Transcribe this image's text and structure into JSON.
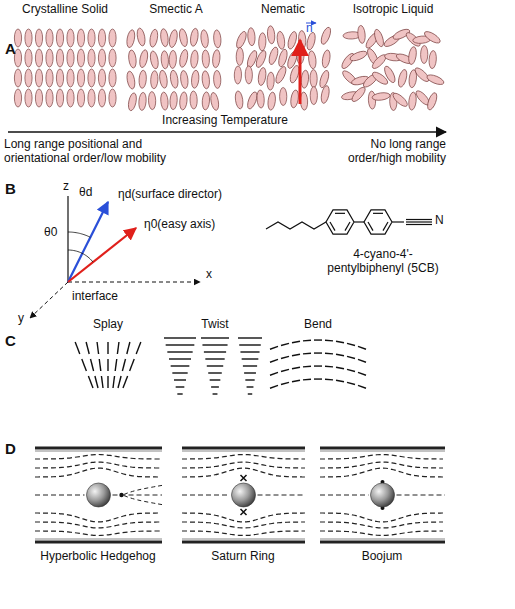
{
  "diagram": {
    "labels": [
      "A",
      "Crystalline Solid",
      "Smectic A",
      "Nematic",
      "Isotropic Liquid",
      "n",
      "Increasing Temperature",
      "Long range positional and orientational order/low mobility",
      "No long range order/high mobility",
      "B",
      "z",
      "θd",
      "ηd(surface director)",
      "θ0",
      "η0(easy axis)",
      "x",
      "y",
      "interface",
      "N",
      "4-cyano-4'-pentylbiphenyl (5CB)",
      "C",
      "Splay",
      "Twist",
      "Bend",
      "D",
      "Hyperbolic Hedgehog",
      "Saturn Ring",
      "Boojum"
    ]
  }
}
